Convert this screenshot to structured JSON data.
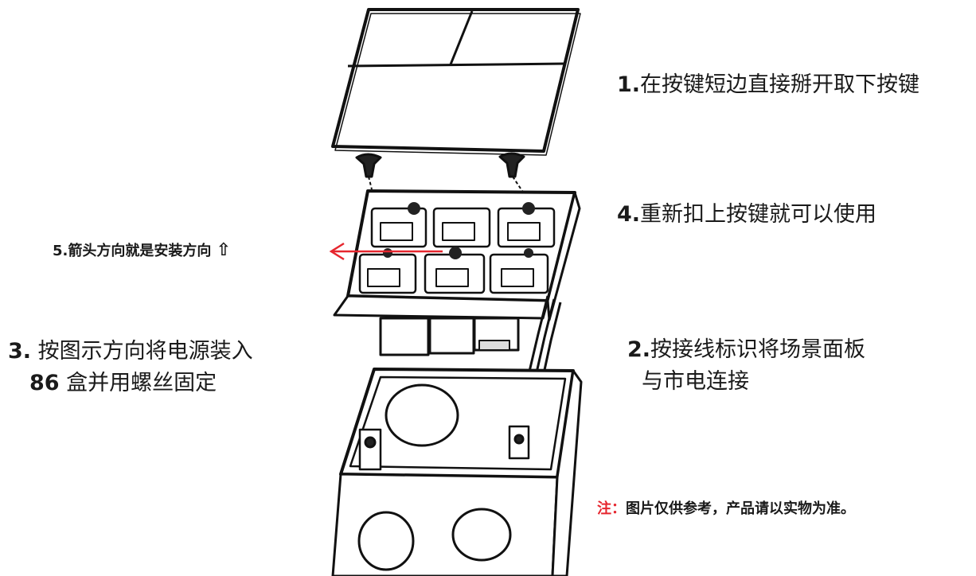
{
  "steps": {
    "step1": {
      "num": "1.",
      "text": "在按键短边直接掰开取下按键"
    },
    "step4": {
      "num": "4.",
      "text": "重新扣上按键就可以使用"
    },
    "step2": {
      "num": "2.",
      "line1": "按接线标识将场景面板",
      "line2": "与市电连接"
    },
    "step3": {
      "num": "3.",
      "line1": "按图示方向将电源装入",
      "num2": "86",
      "line2": "盒并用螺丝固定"
    },
    "step5": {
      "text": "5.箭头方向就是安装方向",
      "arrow_glyph": "⇧"
    }
  },
  "note": {
    "label": "注：",
    "text": "图片仅供参考，产品请以实物为准。"
  },
  "colors": {
    "accent": "#e6262e",
    "line": "#111111"
  }
}
